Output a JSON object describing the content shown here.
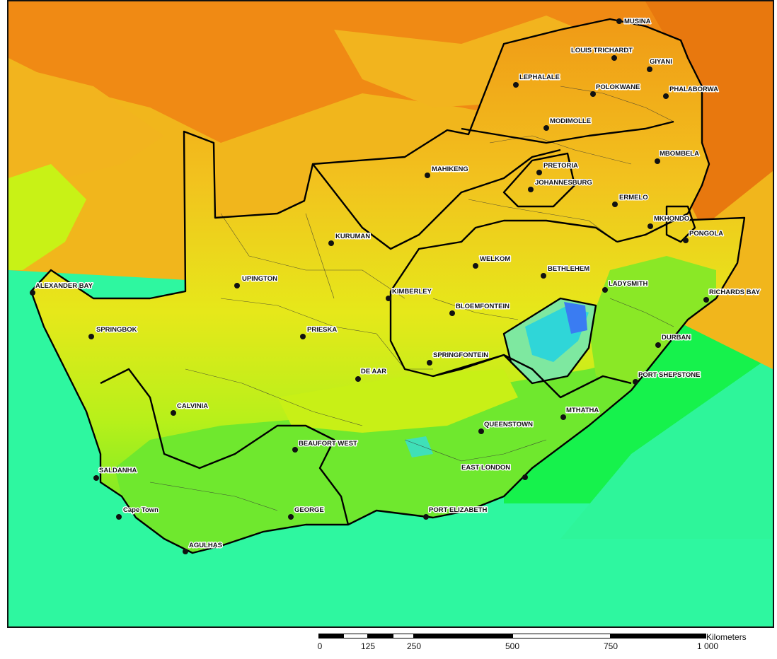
{
  "map": {
    "colors": {
      "ocean": "#2ef7a0",
      "ocean_east": "#16f24c",
      "interior_hot": "#f08a14",
      "interior_warm": "#f2b41e",
      "interior_mild": "#f0e21a",
      "coastal_yellowgreen": "#c8f216",
      "green": "#5ee82a",
      "lesotho_cyan": "#2fd6d8",
      "lesotho_blue": "#3a7cf2",
      "border": "#000000"
    },
    "cities": [
      {
        "name": "MUSINA"
      },
      {
        "name": "LOUIS TRICHARDT"
      },
      {
        "name": "GIYANI"
      },
      {
        "name": "LEPHALALE"
      },
      {
        "name": "POLOKWANE"
      },
      {
        "name": "PHALABORWA"
      },
      {
        "name": "MODIMOLLE"
      },
      {
        "name": "MBOMBELA"
      },
      {
        "name": "PRETORIA"
      },
      {
        "name": "MAHIKENG"
      },
      {
        "name": "JOHANNESBURG"
      },
      {
        "name": "ERMELO"
      },
      {
        "name": "MKHONDO"
      },
      {
        "name": "PONGOLA"
      },
      {
        "name": "KURUMAN"
      },
      {
        "name": "WELKOM"
      },
      {
        "name": "BETHLEHEM"
      },
      {
        "name": "UPINGTON"
      },
      {
        "name": "ALEXANDER BAY"
      },
      {
        "name": "KIMBERLEY"
      },
      {
        "name": "LADYSMITH"
      },
      {
        "name": "RICHARDS BAY"
      },
      {
        "name": "BLOEMFONTEIN"
      },
      {
        "name": "SPRINGBOK"
      },
      {
        "name": "PRIESKA"
      },
      {
        "name": "DURBAN"
      },
      {
        "name": "SPRINGFONTEIN"
      },
      {
        "name": "DE AAR"
      },
      {
        "name": "PORT SHEPSTONE"
      },
      {
        "name": "CALVINIA"
      },
      {
        "name": "MTHATHA"
      },
      {
        "name": "QUEENSTOWN"
      },
      {
        "name": "BEAUFORT WEST"
      },
      {
        "name": "SALDANHA"
      },
      {
        "name": "EAST LONDON"
      },
      {
        "name": "Cape Town"
      },
      {
        "name": "GEORGE"
      },
      {
        "name": "PORT ELIZABETH"
      },
      {
        "name": "AGULHAS"
      }
    ],
    "scale": {
      "unit": "Kilometers",
      "ticks": [
        "0",
        "125",
        "250",
        "500",
        "750",
        "1 000"
      ]
    }
  }
}
